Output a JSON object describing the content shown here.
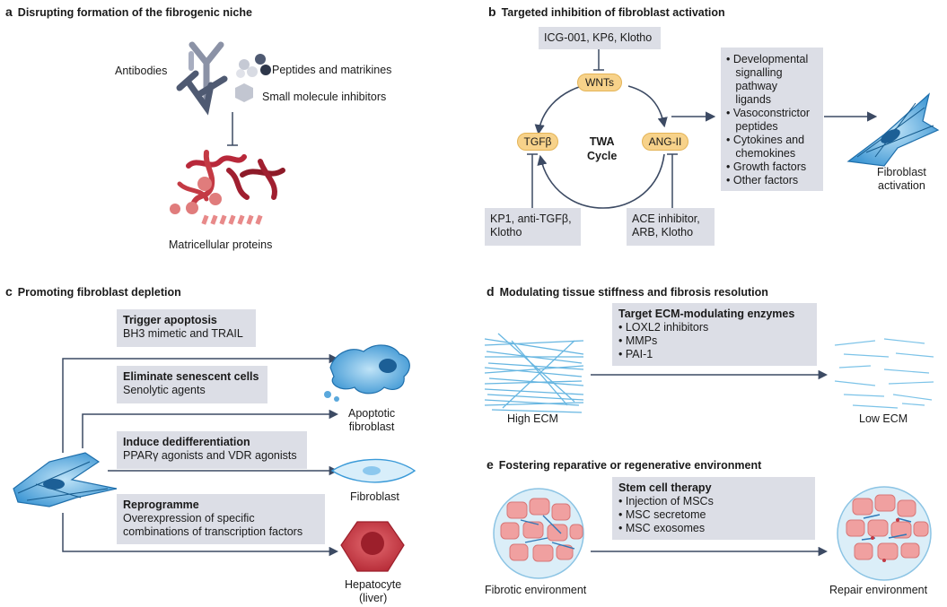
{
  "panel_a": {
    "letter": "a",
    "title": "Disrupting formation of the fibrogenic niche",
    "antibodies": "Antibodies",
    "peptides": "Peptides and matrikines",
    "small_molecules": "Small molecule inhibitors",
    "matricellular": "Matricellular proteins"
  },
  "panel_b": {
    "letter": "b",
    "title": "Targeted inhibition of fibroblast activation",
    "top_inhibitors": "ICG-001, KP6, Klotho",
    "wnts": "WNTs",
    "tgfb": "TGFβ",
    "ang": "ANG-II",
    "cycle_line1": "TWA",
    "cycle_line2": "Cycle",
    "left_inhib_l1": "KP1, anti-TGFβ,",
    "left_inhib_l2": "Klotho",
    "right_inhib_l1": "ACE inhibitor,",
    "right_inhib_l2": "ARB, Klotho",
    "factors": [
      [
        "Developmental",
        "signalling",
        "pathway",
        "ligands"
      ],
      [
        "Vasoconstrictor",
        "peptides"
      ],
      [
        "Cytokines and",
        "chemokines"
      ],
      [
        "Growth factors"
      ],
      [
        "Other factors"
      ]
    ],
    "activation_l1": "Fibroblast",
    "activation_l2": "activation"
  },
  "panel_c": {
    "letter": "c",
    "title": "Promoting fibroblast depletion",
    "boxes": [
      {
        "title": "Trigger apoptosis",
        "lines": [
          "BH3 mimetic and TRAIL"
        ]
      },
      {
        "title": "Eliminate senescent cells",
        "lines": [
          "Senolytic agents"
        ]
      },
      {
        "title": "Induce dedifferentiation",
        "lines": [
          "PPARγ agonists and VDR agonists"
        ]
      },
      {
        "title": "Reprogramme",
        "lines": [
          "Overexpression of specific",
          "combinations of transcription factors"
        ]
      }
    ],
    "apoptotic_l1": "Apoptotic",
    "apoptotic_l2": "fibroblast",
    "fibroblast": "Fibroblast",
    "hepatocyte_l1": "Hepatocyte",
    "hepatocyte_l2": "(liver)"
  },
  "panel_d": {
    "letter": "d",
    "title": "Modulating tissue stiffness and fibrosis resolution",
    "box_title": "Target ECM-modulating enzymes",
    "items": [
      "LOXL2 inhibitors",
      "MMPs",
      "PAI-1"
    ],
    "high": "High ECM",
    "low": "Low ECM"
  },
  "panel_e": {
    "letter": "e",
    "title": "Fostering reparative or regenerative environment",
    "box_title": "Stem cell therapy",
    "items": [
      "Injection of MSCs",
      "MSC secretome",
      "MSC exosomes"
    ],
    "fibrotic": "Fibrotic environment",
    "repair": "Repair environment"
  },
  "colors": {
    "arrow": "#3c4a63",
    "box": "#dcdee6",
    "pill": "#f7d28a",
    "fibroblast_blue": "#2f8fd0",
    "matrix_red": "#b8283a",
    "hepatocyte": "#c43a44",
    "tissue_pink": "#f0a0a0"
  }
}
